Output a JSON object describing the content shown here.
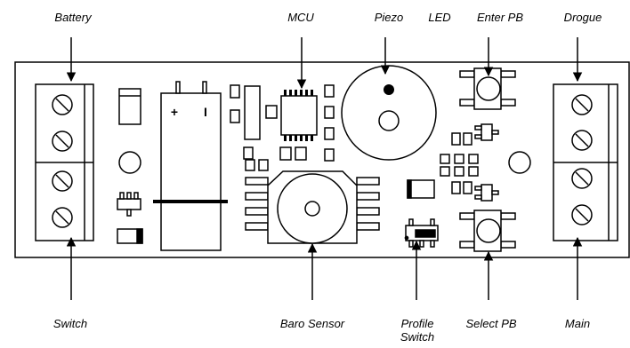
{
  "labels": {
    "battery": "Battery",
    "mcu": "MCU",
    "piezo": "Piezo",
    "led": "LED",
    "enter_pb": "Enter PB",
    "drogue": "Drogue",
    "switch": "Switch",
    "baro_sensor": "Baro Sensor",
    "profile_switch_line1": "Profile",
    "profile_switch_line2": "Switch",
    "select_pb": "Select PB",
    "main": "Main"
  },
  "battery_polarity": {
    "plus": "+",
    "minus": "I"
  },
  "colors": {
    "stroke": "#000000",
    "background": "#ffffff",
    "board_fill": "#ffffff"
  }
}
